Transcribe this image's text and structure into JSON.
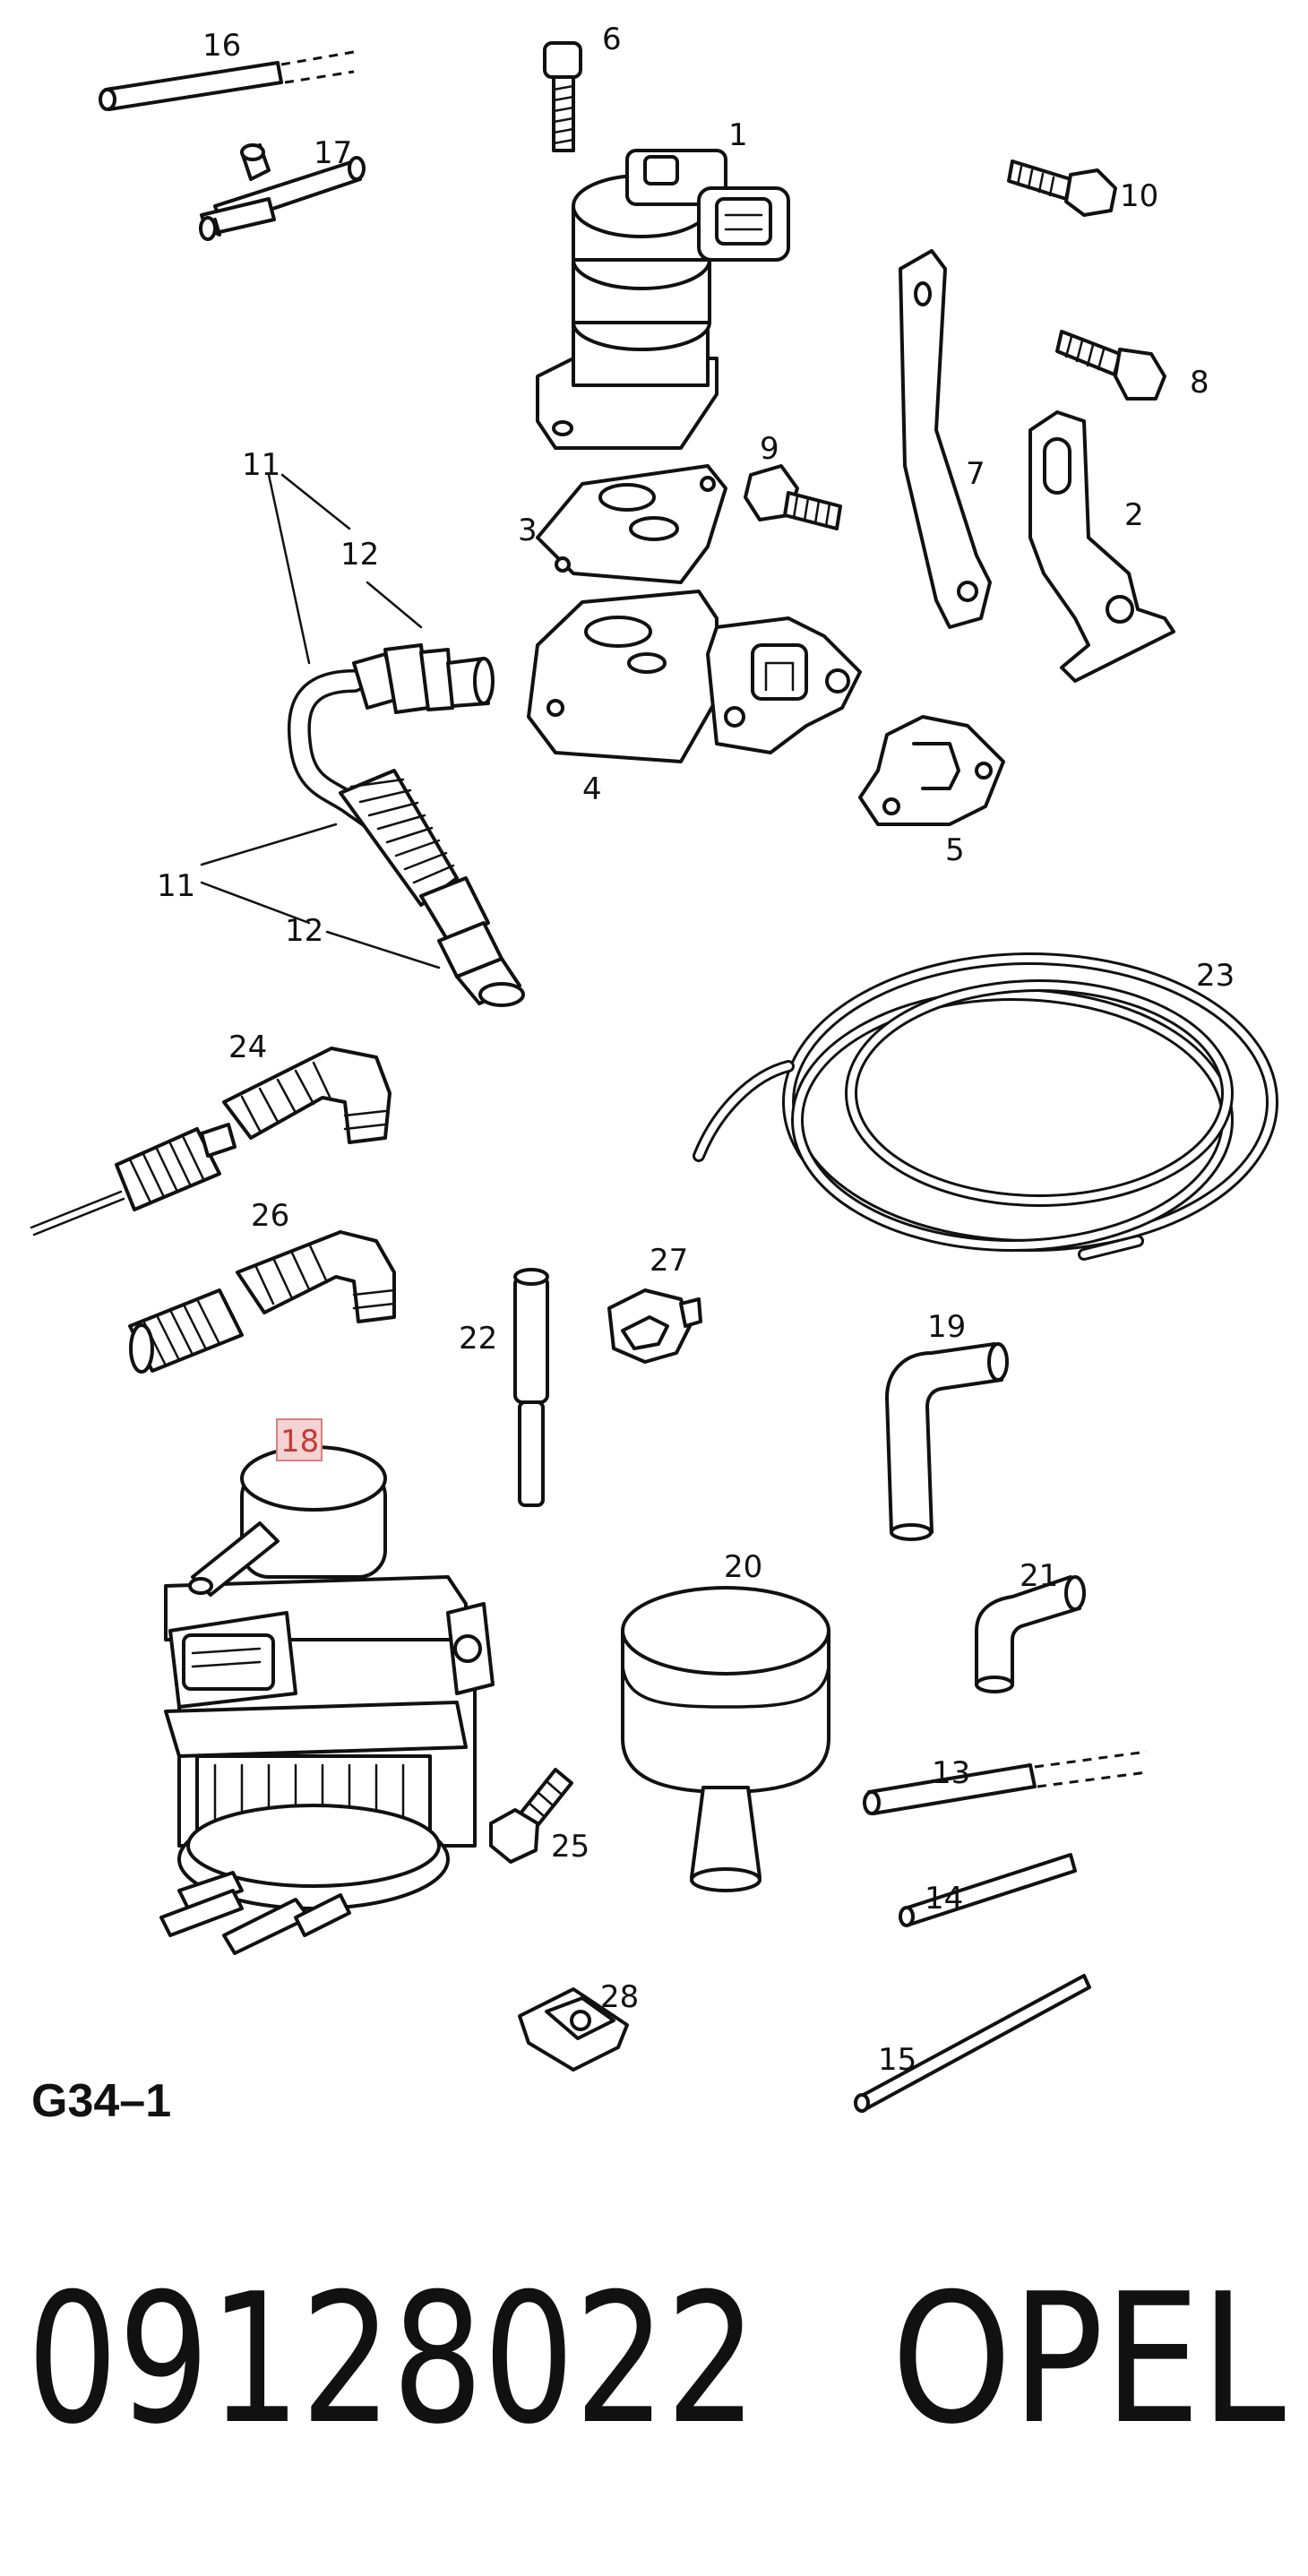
{
  "diagram": {
    "drawing_code": "G34–1",
    "part_number": "09128022",
    "brand": "OPEL",
    "highlighted_callout": "18",
    "callouts": {
      "c1": "1",
      "c2": "2",
      "c3": "3",
      "c4": "4",
      "c5": "5",
      "c6": "6",
      "c7": "7",
      "c8": "8",
      "c9": "9",
      "c10": "10",
      "c11a": "11",
      "c11b": "11",
      "c12a": "12",
      "c12b": "12",
      "c13": "13",
      "c14": "14",
      "c15": "15",
      "c16": "16",
      "c17": "17",
      "c18": "18",
      "c19": "19",
      "c20": "20",
      "c21": "21",
      "c22": "22",
      "c23": "23",
      "c24": "24",
      "c25": "25",
      "c26": "26",
      "c27": "27",
      "c28": "28"
    },
    "colors": {
      "ink": "#111111",
      "highlight_fill": "#f6d3d3",
      "highlight_stroke": "#d98080",
      "highlight_text": "#c23b3b"
    }
  }
}
